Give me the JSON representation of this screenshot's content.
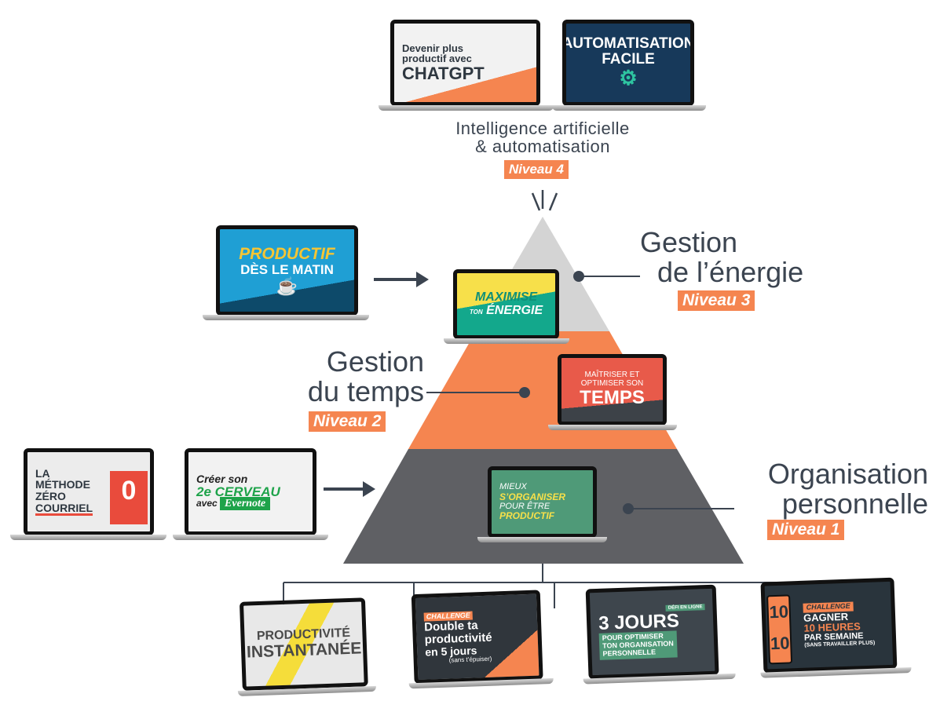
{
  "colors": {
    "orange": "#f58550",
    "dark": "#5f6064",
    "light": "#d4d4d4",
    "text": "#3b4450"
  },
  "levels": [
    {
      "title": "Intelligence artificielle & automatisation",
      "badge": "Niveau 4"
    },
    {
      "title_line1": "Gestion",
      "title_line2": "de l’énergie",
      "badge": "Niveau 3"
    },
    {
      "title_line1": "Gestion",
      "title_line2": "du temps",
      "badge": "Niveau 2"
    },
    {
      "title_line1": "Organisation",
      "title_line2": "personnelle",
      "badge": "Niveau 1"
    }
  ],
  "level4_title_line1": "Intelligence artificielle",
  "level4_title_line2": "& automatisation",
  "courses": {
    "chatgpt": {
      "l1": "Devenir plus",
      "l2": "productif avec",
      "l3": "CHATGPT"
    },
    "automatisation": {
      "l1": "AUTOMATISATION",
      "l2": "FACILE"
    },
    "matin": {
      "l1": "PRODUCTIF",
      "l2": "DÈS LE MATIN"
    },
    "energie": {
      "l1": "MAXIMISE",
      "l2": "TON",
      "l3": "ÉNERGIE"
    },
    "temps": {
      "l1": "MAÎTRISER ET",
      "l2": "OPTIMISER SON",
      "l3": "TEMPS"
    },
    "organiser": {
      "l1": "MIEUX",
      "l2": "S’ORGANISER",
      "l3": "POUR ÊTRE",
      "l4": "PRODUCTIF"
    },
    "zero": {
      "l1": "LA",
      "l2": "MÉTHODE",
      "l3": "ZÉRO",
      "l4": "COURRIEL",
      "icon": "0"
    },
    "cerveau": {
      "l1": "Créer son",
      "l2": "2e CERVEAU",
      "l3": "avec",
      "l4": "Evernote"
    },
    "instant": {
      "l1": "PRODUCTIVITÉ",
      "l2": "INSTANTANÉE"
    },
    "double": {
      "tag": "CHALLENGE",
      "l1": "Double ta",
      "l2": "productivité",
      "l3": "en 5 jours",
      "l4": "(sans t’épuiser)"
    },
    "jours": {
      "tag": "DÉFI EN LIGNE",
      "l1": "3 JOURS",
      "l2": "POUR OPTIMISER",
      "l3": "TON ORGANISATION",
      "l4": "PERSONNELLE"
    },
    "heures": {
      "tag": "CHALLENGE",
      "l1": "GAGNER",
      "l2": "10 HEURES",
      "l3": "PAR SEMAINE",
      "l4": "(SANS TRAVAILLER PLUS)",
      "phone1": "10",
      "phone2": "10"
    }
  }
}
